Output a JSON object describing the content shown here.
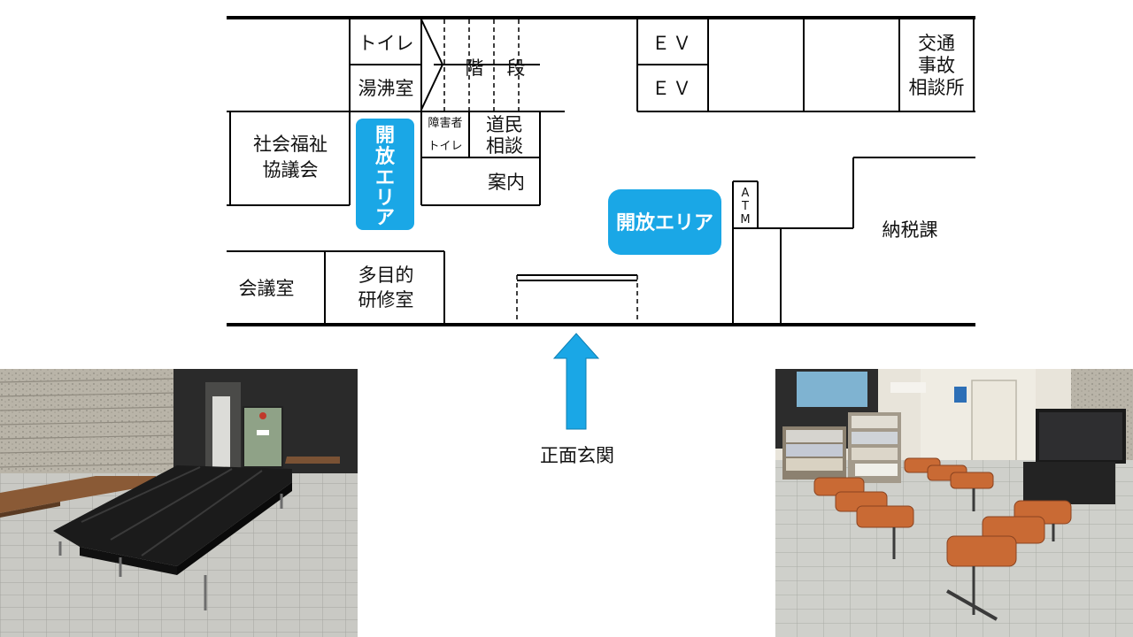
{
  "floor_plan": {
    "rooms": {
      "toilet": "トイレ",
      "kettle_room": "湯沸室",
      "stairs_1": "階",
      "stairs_2": "段",
      "ev_1": "ＥＶ",
      "ev_2": "ＥＶ",
      "traffic_1": "交通",
      "traffic_2": "事故",
      "traffic_3": "相談所",
      "welfare_1": "社会福祉",
      "welfare_2": "協議会",
      "accessible_1": "障害者",
      "accessible_2": "トイレ",
      "citizen_1": "道民",
      "citizen_2": "相談",
      "info": "案内",
      "atm_1": "A",
      "atm_2": "T",
      "atm_3": "M",
      "tax": "納税課",
      "meeting": "会議室",
      "training_1": "多目的",
      "training_2": "研修室"
    },
    "open_area_vertical": [
      "開",
      "放",
      "エ",
      "リ",
      "ア"
    ],
    "open_area_horizontal": "開放エリア",
    "entrance": "正面玄関",
    "colors": {
      "open_area": "#1AA7E6",
      "arrow": "#1AA7E6",
      "wall": "#000000"
    }
  },
  "photos": {
    "left": "black-bench-lobby-photo",
    "right": "orange-chairs-lobby-photo"
  }
}
